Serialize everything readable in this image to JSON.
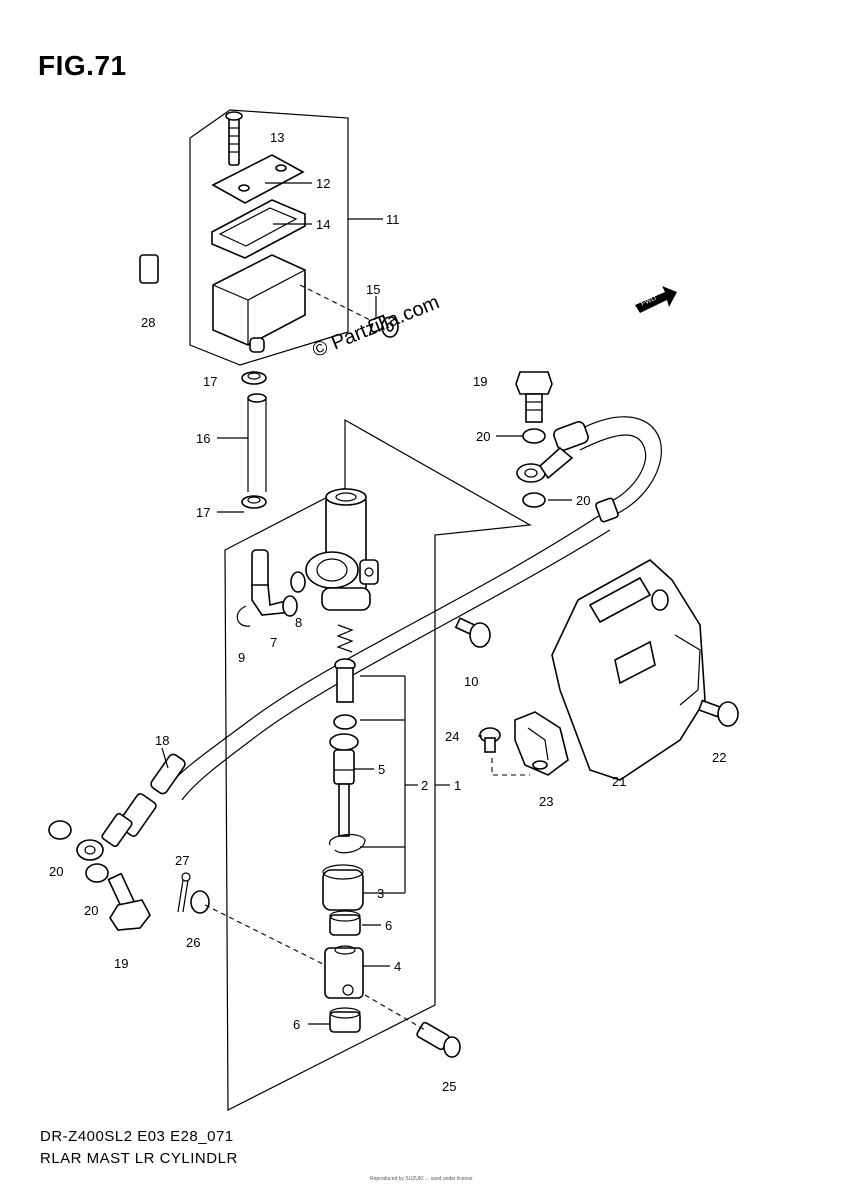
{
  "figure_title": "FIG.71",
  "model_code": "DR-Z400SL2 E03 E28_071",
  "diagram_title": "RLAR MAST LR CYLINDLR",
  "watermark": "© Partzilla.com",
  "fwd_label": "FWD",
  "fine_print": "Reproduced by SUZUKI ... used under license",
  "callouts": {
    "c1": "1",
    "c2": "2",
    "c3": "3",
    "c4": "4",
    "c5": "5",
    "c6a": "6",
    "c6b": "6",
    "c7": "7",
    "c8": "8",
    "c9": "9",
    "c10": "10",
    "c11": "11",
    "c12": "12",
    "c13": "13",
    "c14": "14",
    "c15": "15",
    "c16": "16",
    "c17a": "17",
    "c17b": "17",
    "c18": "18",
    "c19a": "19",
    "c19b": "19",
    "c20a": "20",
    "c20b": "20",
    "c20c": "20",
    "c20d": "20",
    "c21": "21",
    "c22": "22",
    "c23": "23",
    "c24": "24",
    "c25": "25",
    "c26": "26",
    "c27": "27",
    "c28": "28"
  }
}
